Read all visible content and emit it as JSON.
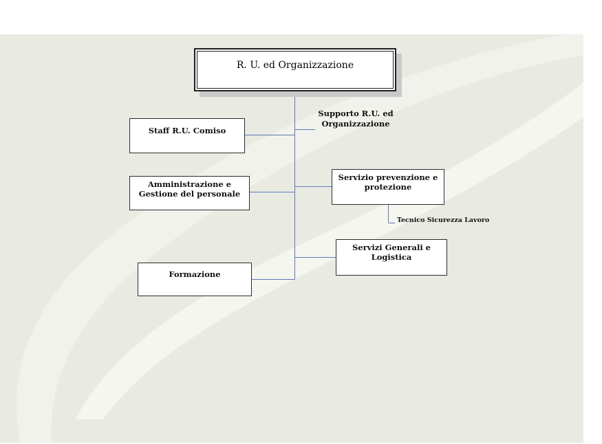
{
  "chart": {
    "root": "R. U. ed Organizzazione",
    "support": "Supporto R.U. ed Organizzazione",
    "support_line1": "Supporto R.U. ed",
    "support_line2": "Organizzazione",
    "left": [
      {
        "label": "Staff R.U. Comiso"
      },
      {
        "label_line1": "Amministrazione e",
        "label_line2": "Gestione del personale"
      },
      {
        "label": "Formazione"
      }
    ],
    "right": [
      {
        "label_line1": "Servizio prevenzione e",
        "label_line2": "protezione"
      },
      {
        "label_line1": "Servizi Generali e",
        "label_line2": "Logistica"
      }
    ],
    "sub": "Tecnico Sicurezza Lavoro"
  },
  "colors": {
    "connector": "#5b79b5",
    "slide_bg": "#e9ebe2",
    "swoosh": "#f3f4ee"
  }
}
